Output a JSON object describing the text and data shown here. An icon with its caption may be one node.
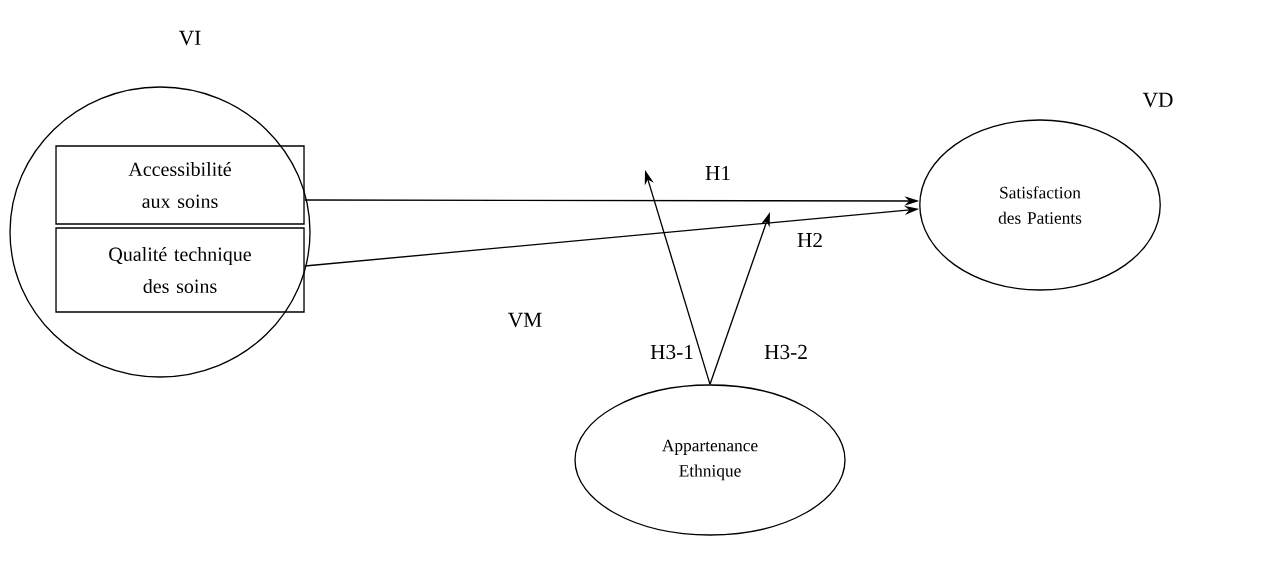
{
  "diagram": {
    "nodes": [
      {
        "text": [
          "VI"
        ]
      },
      {
        "text": [
          "Accessibilité aux soins"
        ],
        "in": 0
      },
      {
        "text": [
          "Qualité technique des soins"
        ],
        "in": 0
      },
      {
        "text": [
          "VD",
          "Satisfaction des Patients"
        ]
      },
      {
        "text": [
          "VM",
          "Appartenance Ethnique"
        ]
      }
    ],
    "edges": [
      {
        "from": 1,
        "to": 3,
        "arrow": "to",
        "label": "H1"
      },
      {
        "from": 2,
        "to": 3,
        "arrow": "to",
        "label": "H2"
      },
      {
        "from": 4,
        "to": null,
        "arrow": "to",
        "label": "H3-1"
      },
      {
        "from": 4,
        "to": null,
        "arrow": "to",
        "label": "H3-2"
      }
    ]
  }
}
